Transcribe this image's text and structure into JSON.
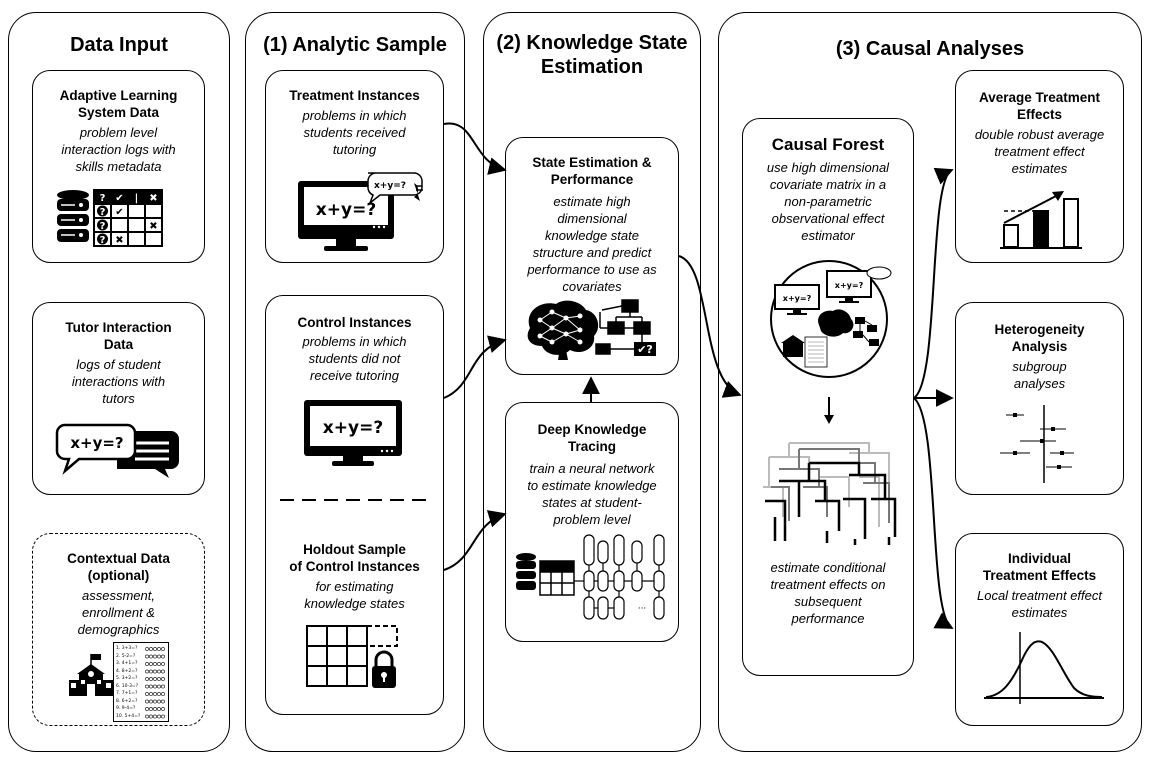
{
  "panels": {
    "data_input": "Data Input",
    "analytic_sample": "(1) Analytic Sample",
    "knowledge_state_line1": "(2) Knowledge State",
    "knowledge_state_line2": "Estimation",
    "causal_analyses": "(3) Causal Analyses"
  },
  "data_input": {
    "adaptive": {
      "title_l1": "Adaptive Learning",
      "title_l2": "System Data",
      "desc_l1": "problem level",
      "desc_l2": "interaction logs with",
      "desc_l3": "skills metadata"
    },
    "tutor": {
      "title_l1": "Tutor Interaction",
      "title_l2": "Data",
      "desc_l1": "logs of student",
      "desc_l2": "interactions with",
      "desc_l3": "tutors"
    },
    "contextual": {
      "title_l1": "Contextual Data",
      "title_l2": "(optional)",
      "desc_l1": "assessment,",
      "desc_l2": "enrollment &",
      "desc_l3": "demographics"
    }
  },
  "analytic_sample": {
    "treatment": {
      "title": "Treatment Instances",
      "desc_l1": "problems in which",
      "desc_l2": "students received",
      "desc_l3": "tutoring"
    },
    "control": {
      "title": "Control Instances",
      "desc_l1": "problems in which",
      "desc_l2": "students did not",
      "desc_l3": "receive tutoring"
    },
    "holdout": {
      "title_l1": "Holdout Sample",
      "title_l2": "of Control Instances",
      "desc_l1": "for estimating",
      "desc_l2": "knowledge states"
    }
  },
  "knowledge_state": {
    "state_est": {
      "title_l1": "State Estimation &",
      "title_l2": "Performance",
      "desc_l1": "estimate high",
      "desc_l2": "dimensional",
      "desc_l3": "knowledge state",
      "desc_l4": "structure and predict",
      "desc_l5": "performance to use as",
      "desc_l6": "covariates"
    },
    "dkt": {
      "title_l1": "Deep Knowledge",
      "title_l2": "Tracing",
      "desc_l1": "train a neural network",
      "desc_l2": "to estimate knowledge",
      "desc_l3": "states at student-",
      "desc_l4": "problem level"
    }
  },
  "causal": {
    "forest": {
      "title": "Causal Forest",
      "desc_l1": "use high dimensional",
      "desc_l2": "covariate matrix in a",
      "desc_l3": "non-parametric",
      "desc_l4": "observational effect",
      "desc_l5": "estimator",
      "desc2_l1": "estimate conditional",
      "desc2_l2": "treatment effects on",
      "desc2_l3": "subsequent",
      "desc2_l4": "performance"
    },
    "ate": {
      "title_l1": "Average Treatment",
      "title_l2": "Effects",
      "desc_l1": "double robust average",
      "desc_l2": "treatment effect",
      "desc_l3": "estimates"
    },
    "hetero": {
      "title_l1": "Heterogeneity",
      "title_l2": "Analysis",
      "desc_l1": "subgroup",
      "desc_l2": "analyses"
    },
    "ite": {
      "title_l1": "Individual",
      "title_l2": "Treatment Effects",
      "desc_l1": "Local treatment effect",
      "desc_l2": "estimates"
    }
  },
  "icon_text": {
    "equation": "x+y=?",
    "quiz_rows": [
      "1. 3+3=?",
      "2. 5-2=?",
      "3. 4+1=?",
      "4. 8+2=?",
      "5. 3+2=?",
      "6. 10-3=?",
      "7. 7+1=?",
      "8. 6+2=?",
      "9. 9-4=?",
      "10. 5+4=?"
    ]
  },
  "icons": {
    "database": "database-icon",
    "skills_table": "skills-table-icon",
    "chat": "chat-bubbles-icon",
    "school": "school-icon",
    "computer": "computer-monitor-icon",
    "lock_table": "locked-table-icon",
    "brain": "brain-network-icon",
    "rnn": "rnn-diagram-icon",
    "tree": "causal-tree-icon",
    "bar": "bar-chart-icon",
    "forest_plot": "forest-plot-icon",
    "density": "density-curve-icon"
  }
}
